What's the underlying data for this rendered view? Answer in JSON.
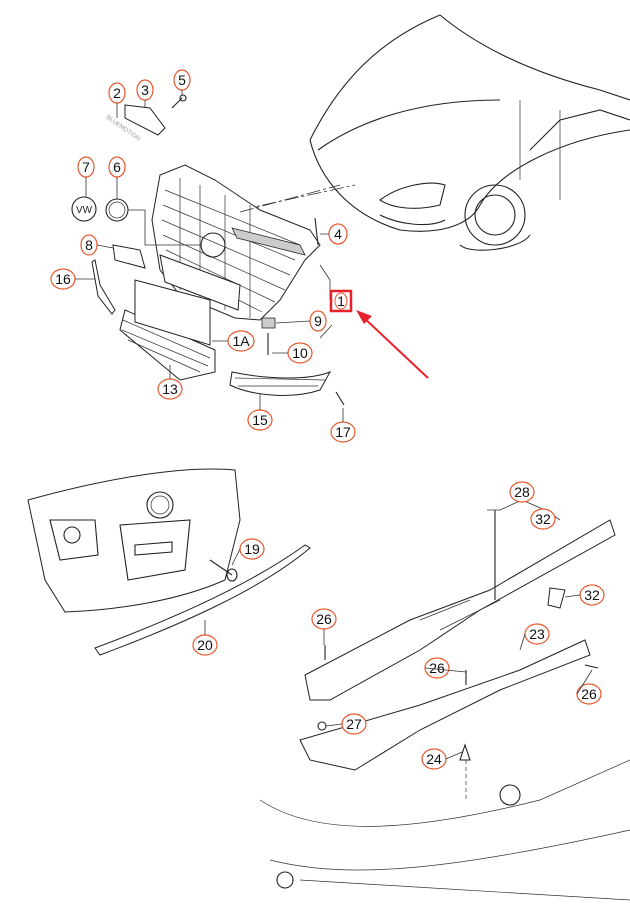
{
  "diagram": {
    "highlight_color": "#e8212a",
    "callout_color": "#e8562a",
    "badge_text": "BLUEMOTION",
    "top_section": {
      "callouts": [
        "2",
        "3",
        "5",
        "7",
        "6",
        "4",
        "8",
        "16",
        "1",
        "9",
        "1A",
        "10",
        "13",
        "15",
        "17"
      ]
    },
    "bottom_section": {
      "callouts": [
        "28",
        "32",
        "19",
        "32",
        "20",
        "26",
        "23",
        "26",
        "26",
        "27",
        "24"
      ]
    },
    "highlighted_part": "1"
  }
}
